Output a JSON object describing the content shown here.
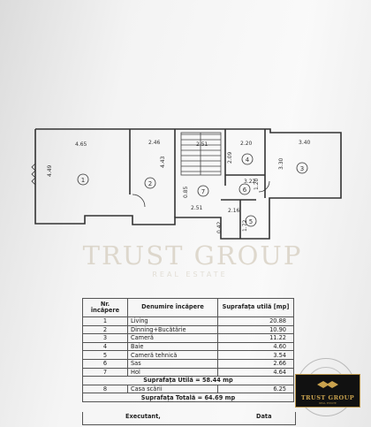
{
  "plan": {
    "dimensions": [
      "4.65",
      "4.49",
      "2.46",
      "4.43",
      "2.51",
      "2.20",
      "2.09",
      "3.40",
      "3.30",
      "3.22",
      "1.20",
      "0.85",
      "2.51",
      "2.16",
      "1.72",
      "0.42"
    ],
    "room_markers": [
      "1",
      "2",
      "3",
      "4",
      "5",
      "6",
      "7"
    ]
  },
  "watermark": {
    "title": "TRUST GROUP",
    "subtitle": "REAL ESTATE"
  },
  "table": {
    "headers": {
      "nr": "Nr. încăpere",
      "name": "Denumire încăpere",
      "area": "Suprafața utilă [mp]"
    },
    "rows": [
      {
        "nr": "1",
        "name": "Living",
        "area": "20.88"
      },
      {
        "nr": "2",
        "name": "Dinning+Bucătărie",
        "area": "10.90"
      },
      {
        "nr": "3",
        "name": "Cameră",
        "area": "11.22"
      },
      {
        "nr": "4",
        "name": "Baie",
        "area": "4.60"
      },
      {
        "nr": "5",
        "name": "Cameră tehnică",
        "area": "3.54"
      },
      {
        "nr": "6",
        "name": "Sas",
        "area": "2.66"
      },
      {
        "nr": "7",
        "name": "Hol",
        "area": "4.64"
      }
    ],
    "usable_total": "Suprafața Utilă = 58.44 mp",
    "stair": {
      "nr": "8",
      "name": "Casa scării",
      "area": "6.25"
    },
    "grand_total": "Suprafața Totală = 64.69 mp"
  },
  "footer": {
    "executant": "Executant,",
    "data": "Data"
  },
  "badge": {
    "name": "TRUST GROUP",
    "tagline": "REAL ESTATE"
  }
}
